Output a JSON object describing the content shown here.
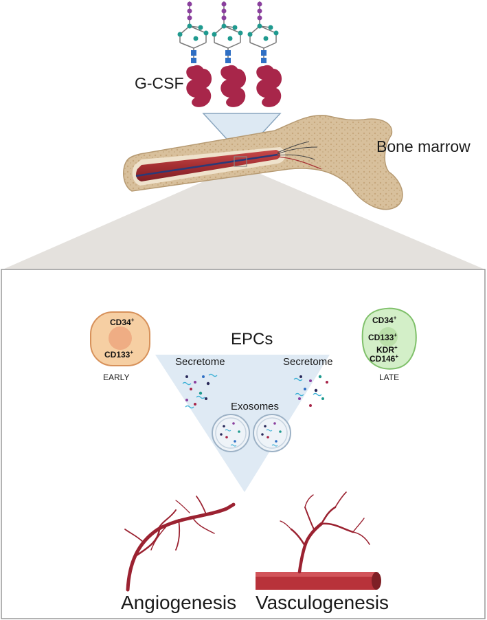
{
  "labels": {
    "g_csf": "G-CSF",
    "bone_marrow": "Bone marrow",
    "epcs": "EPCs",
    "secretome_left": "Secretome",
    "secretome_right": "Secretome",
    "exosomes": "Exosomes",
    "early": "EARLY",
    "late": "LATE",
    "angiogenesis": "Angiogenesis",
    "vasculogenesis": "Vasculogenesis"
  },
  "early_cell": {
    "marker_top": "CD34",
    "marker_bottom": "CD133",
    "superscript": "+"
  },
  "late_cell": {
    "markers": [
      "CD34",
      "CD133",
      "KDR",
      "CD146"
    ],
    "superscript": "+"
  },
  "colors": {
    "protein": "#a8264a",
    "glycan_purple": "#8a3f9e",
    "glycan_teal": "#1f9a8f",
    "glycan_blue": "#2f6fc4",
    "bone": "#d9c3a0",
    "marrow_vessel": "#b03a2e",
    "early_cell": "#f6cfa3",
    "late_cell": "#cdeec0",
    "triangle": "#dde9f3",
    "vessel": "#9b2231"
  }
}
